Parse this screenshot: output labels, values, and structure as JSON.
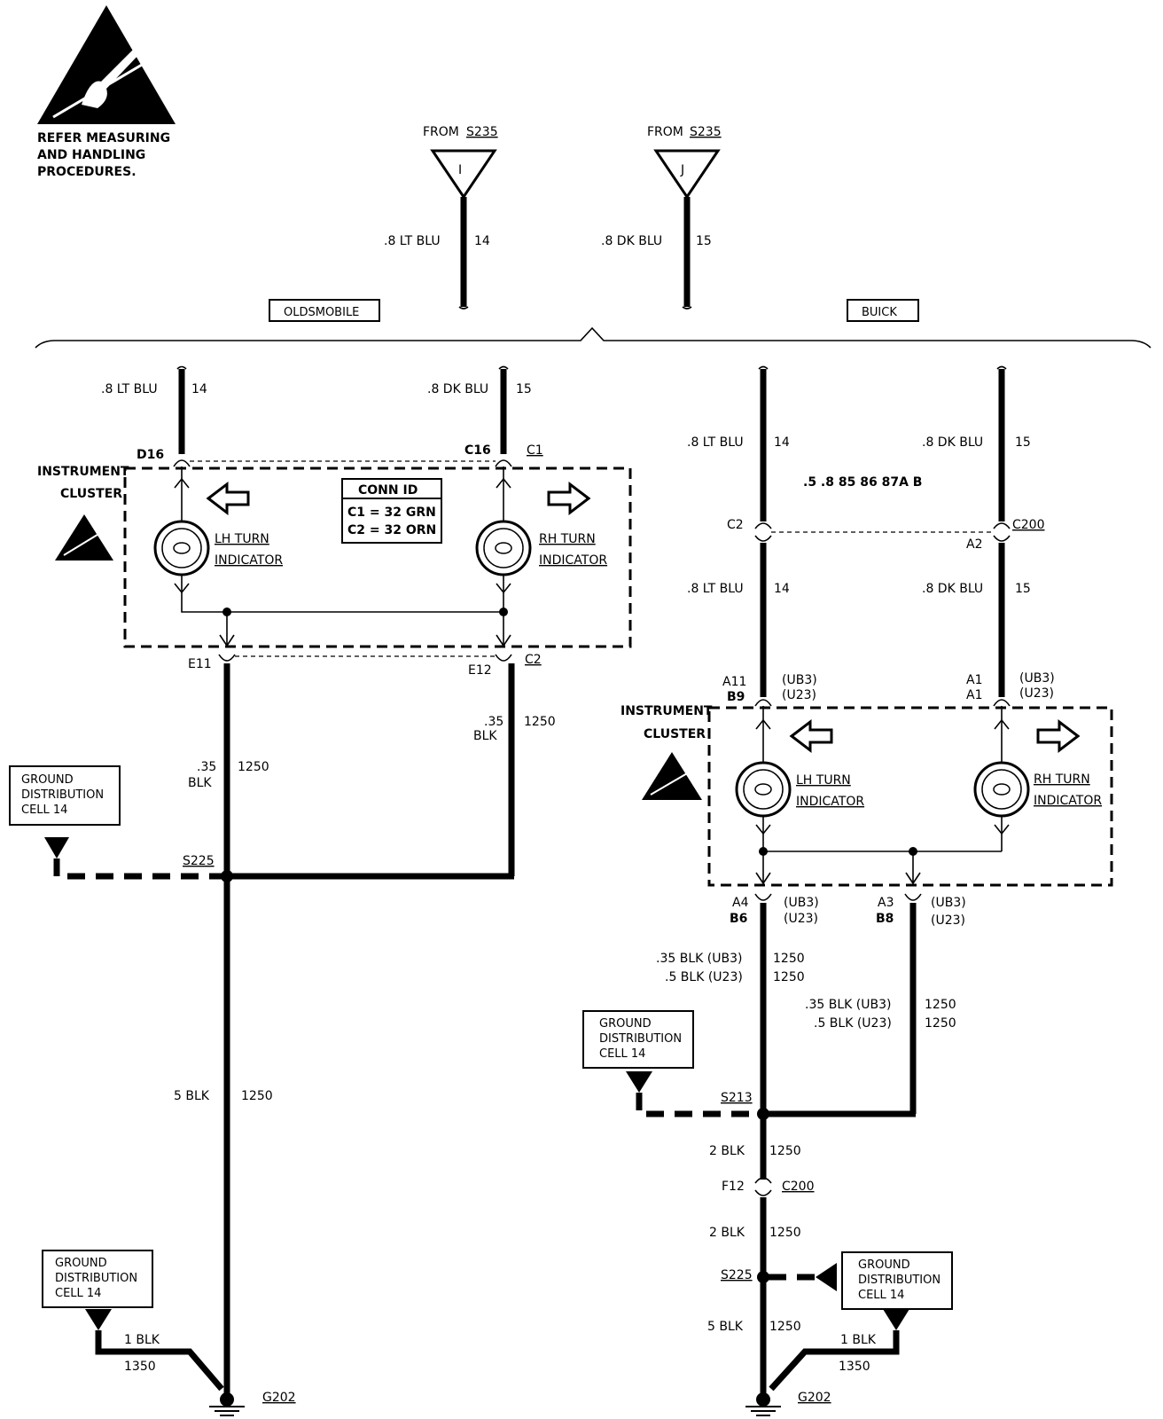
{
  "esd_note": [
    "REFER MEASURING",
    "AND HANDLING",
    "PROCEDURES."
  ],
  "top": {
    "from_i": {
      "from": "FROM",
      "splice": "S235",
      "letter": "I",
      "wire": ".8 LT BLU",
      "circuit": "14"
    },
    "from_j": {
      "from": "FROM",
      "splice": "S235",
      "letter": "J",
      "wire": ".8 DK BLU",
      "circuit": "15"
    },
    "olds_label": "OLDSMOBILE",
    "buick_label": "BUICK"
  },
  "olds": {
    "wire_lh": ".8 LT BLU",
    "circuit_lh": "14",
    "wire_rh": ".8 DK BLU",
    "circuit_rh": "15",
    "pin_d16": "D16",
    "pin_c16": "C16",
    "conn_c1": "C1",
    "cluster_label": [
      "INSTRUMENT",
      "CLUSTER"
    ],
    "conn_id": [
      "CONN ID",
      "C1 = 32 GRN",
      "C2 = 32 ORN"
    ],
    "lh_label": [
      "LH TURN",
      "INDICATOR"
    ],
    "rh_label": [
      "RH TURN",
      "INDICATOR"
    ],
    "pin_e11": "E11",
    "pin_e12": "E12",
    "conn_c2": "C2",
    "wire_e12": [
      ".35",
      "BLK"
    ],
    "circuit_e12": "1250",
    "wire_e11": [
      ".35",
      "BLK"
    ],
    "circuit_e11": "1250",
    "ground_box": [
      "GROUND",
      "DISTRIBUTION",
      "CELL  14"
    ],
    "splice": "S225",
    "wire_main": "5 BLK",
    "circuit_main": "1250",
    "ground_box2": [
      "GROUND",
      "DISTRIBUTION",
      "CELL  14"
    ],
    "wire_1blk": "1 BLK",
    "circuit_1350": "1350",
    "ground": "G202"
  },
  "buick": {
    "wire_lh": ".8 LT BLU",
    "circuit_lh": "14",
    "wire_rh": ".8 DK BLU",
    "circuit_rh": "15",
    "note": ".5 .8 85 86 87A B",
    "pin_c2": "C2",
    "conn_c200": "C200",
    "pin_a2": "A2",
    "wire_lh2": ".8 LT BLU",
    "circuit_lh2": "14",
    "wire_rh2": ".8 DK BLU",
    "circuit_rh2": "15",
    "pin_a11": "A11",
    "pin_b9": "B9",
    "ub3_1": "(UB3)",
    "u23_1": "(U23)",
    "pin_a1a": "A1",
    "pin_a1b": "A1",
    "ub3_2": "(UB3)",
    "u23_2": "(U23)",
    "cluster_label": [
      "INSTRUMENT",
      "CLUSTER"
    ],
    "lh_label": [
      "LH TURN",
      "INDICATOR"
    ],
    "rh_label": [
      "RH TURN",
      "INDICATOR"
    ],
    "pin_a4": "A4",
    "pin_b6": "B6",
    "ub3_3": "(UB3)",
    "u23_3": "(U23)",
    "pin_a3": "A3",
    "pin_b8": "B8",
    "ub3_4": "(UB3)",
    "u23_4": "(U23)",
    "wire_l1": ".35 BLK (UB3)",
    "circuit_l1": "1250",
    "wire_l2": ".5 BLK (U23)",
    "circuit_l2": "1250",
    "wire_r1": ".35 BLK (UB3)",
    "circuit_r1": "1250",
    "wire_r2": ".5 BLK (U23)",
    "circuit_r2": "1250",
    "ground_box": [
      "GROUND",
      "DISTRIBUTION",
      "CELL  14"
    ],
    "splice_s213": "S213",
    "wire_2blk_a": "2 BLK",
    "circuit_2blk_a": "1250",
    "pin_f12": "F12",
    "conn_c200b": "C200",
    "wire_2blk_b": "2 BLK",
    "circuit_2blk_b": "1250",
    "splice_s225": "S225",
    "ground_box2": [
      "GROUND",
      "DISTRIBUTION",
      "CELL  14"
    ],
    "wire_5blk": "5 BLK",
    "circuit_5blk": "1250",
    "wire_1blk": "1 BLK",
    "circuit_1350": "1350",
    "ground": "G202"
  }
}
